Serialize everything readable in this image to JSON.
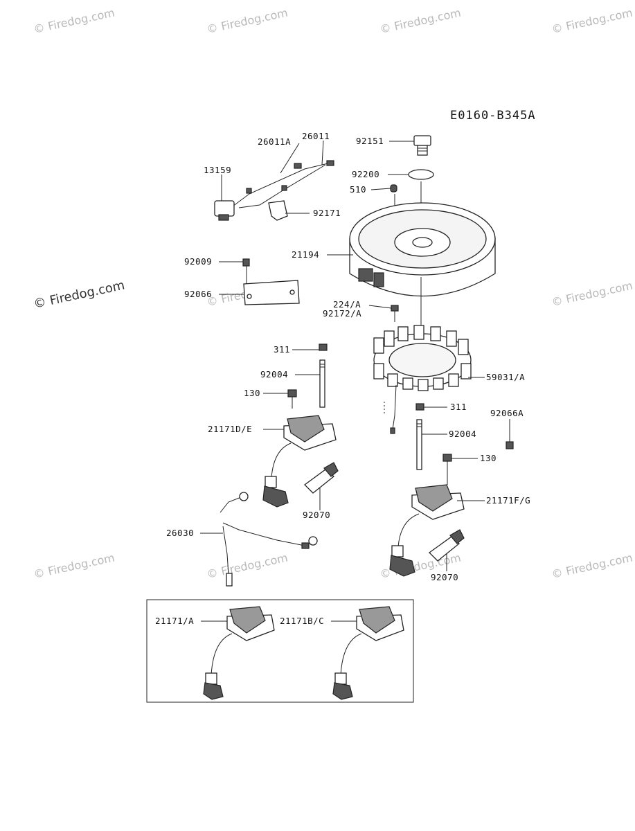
{
  "diagram_code": "E0160-B345A",
  "watermark": "© Firedog.com",
  "labels": {
    "p26011A": "26011A",
    "p26011": "26011",
    "p13159": "13159",
    "p92171": "92171",
    "p92151": "92151",
    "p92200": "92200",
    "p510": "510",
    "p21194": "21194",
    "p92009": "92009",
    "p92066": "92066",
    "p224A": "224/A",
    "p92172A": "92172/A",
    "p311a": "311",
    "p92004a": "92004",
    "p130a": "130",
    "p59031A": "59031/A",
    "p311b": "311",
    "p92066A": "92066A",
    "p21171DE": "21171D/E",
    "p92004b": "92004",
    "p130b": "130",
    "p21171FG": "21171F/G",
    "p92070a": "92070",
    "p26030": "26030",
    "p92070b": "92070",
    "p21171A": "21171/A",
    "p21171BC": "21171B/C"
  }
}
